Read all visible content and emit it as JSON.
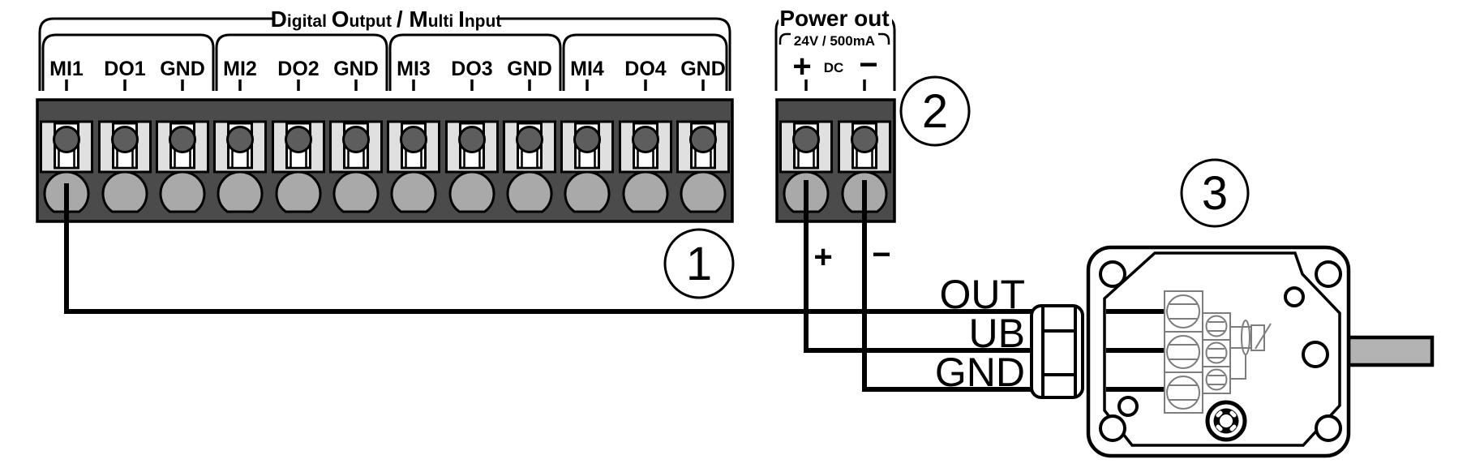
{
  "header_bracket": {
    "title": "Digital Output / Multi Input",
    "title_segments": [
      {
        "text": "D",
        "cls": "seg-big"
      },
      {
        "text": "igital ",
        "cls": "seg-small"
      },
      {
        "text": "O",
        "cls": "seg-big"
      },
      {
        "text": "utput ",
        "cls": "seg-small"
      },
      {
        "text": "/ ",
        "cls": "seg-big"
      },
      {
        "text": "M",
        "cls": "seg-big"
      },
      {
        "text": "ulti ",
        "cls": "seg-small"
      },
      {
        "text": "I",
        "cls": "seg-big"
      },
      {
        "text": "nput",
        "cls": "seg-small"
      }
    ]
  },
  "terminal_labels": [
    "MI1",
    "DO1",
    "GND",
    "MI2",
    "DO2",
    "GND",
    "MI3",
    "DO3",
    "GND",
    "MI4",
    "DO4",
    "GND"
  ],
  "power": {
    "title": "Power out",
    "rating": "24V / 500mA",
    "plus": "+",
    "dc": "DC",
    "minus": "−"
  },
  "wire_labels": {
    "plus": "+",
    "minus": "−",
    "out": "OUT",
    "ub": "UB",
    "gnd": "GND"
  },
  "callouts": [
    {
      "label": "1"
    },
    {
      "label": "2"
    },
    {
      "label": "3"
    }
  ],
  "colors": {
    "block_dark": "#4b4b4b",
    "cell_light": "#e0e0e0",
    "screw": "#5d5d5d",
    "wire_hole": "#a9a9a9",
    "shaft": "#b3b3b3",
    "line": "#000000"
  }
}
